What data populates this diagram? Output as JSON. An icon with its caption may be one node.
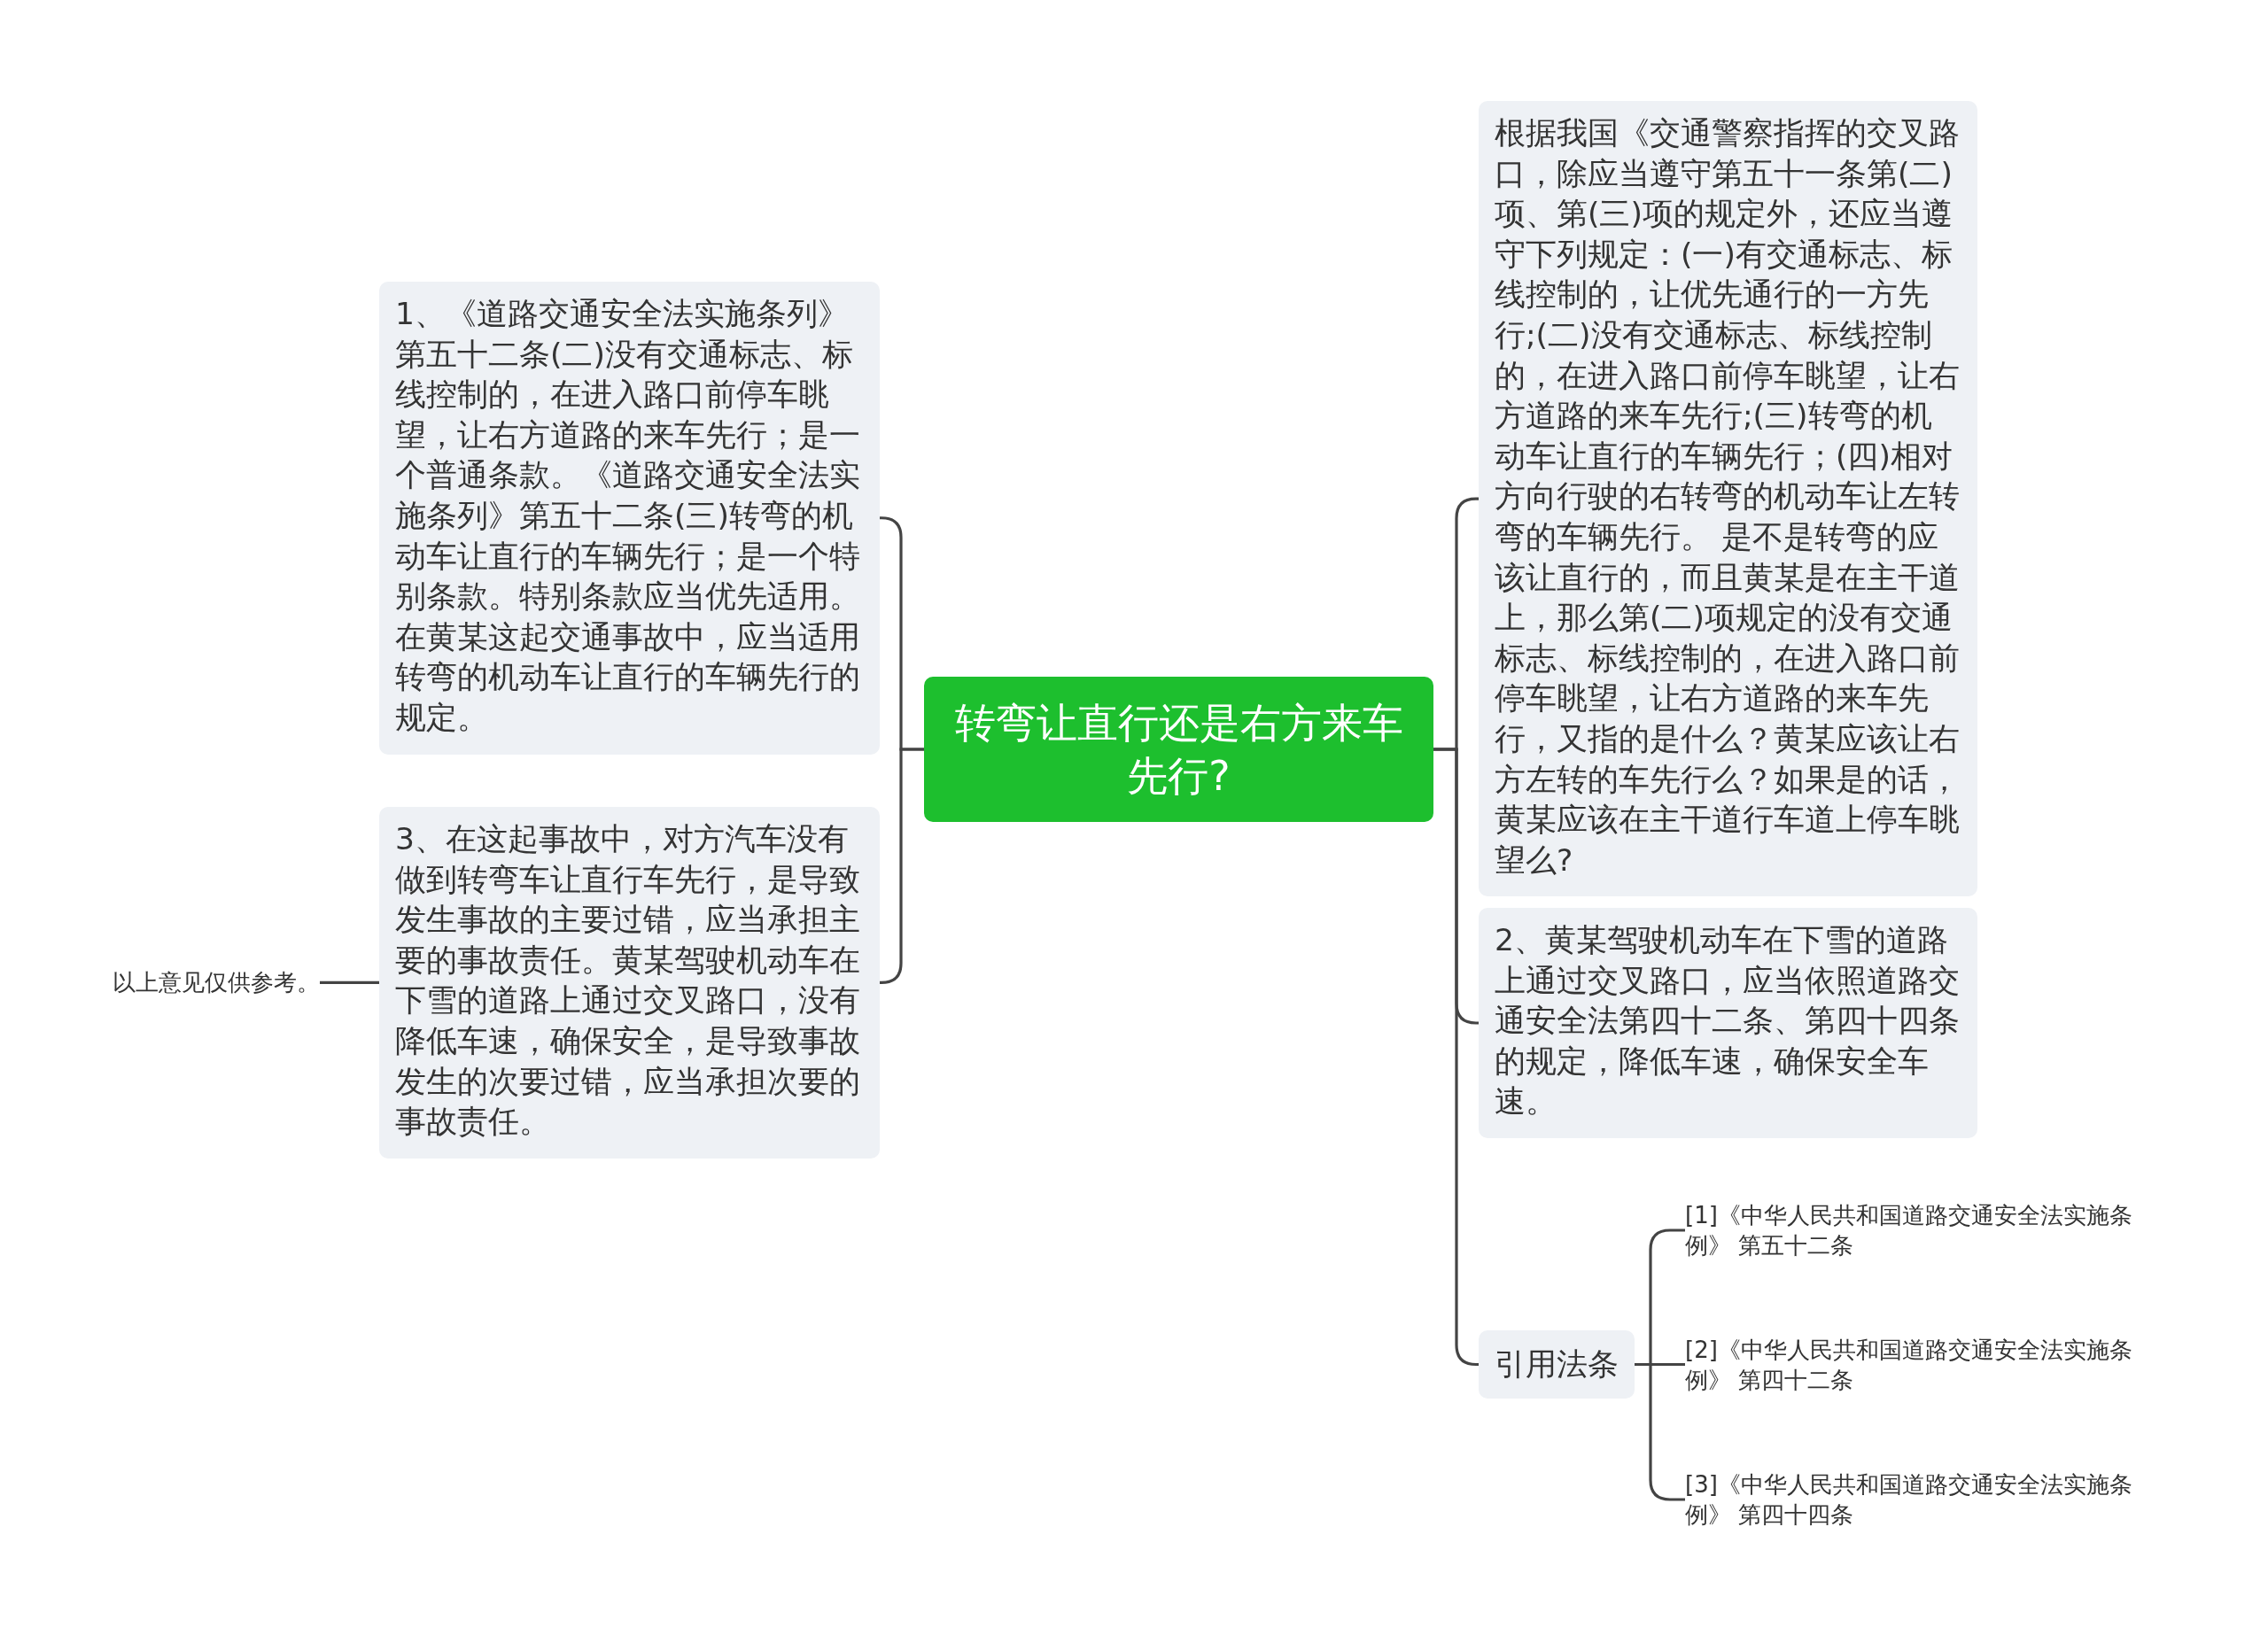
{
  "diagram": {
    "nodes": [
      {
        "text": [
          "转弯让直行还是右方来车先行?"
        ]
      },
      {
        "text": [
          "1、《道路交通安全法实施条列》第五十二条(二)没有交通标志、标线控制的，在进入路口前停车眺望，让右方道路的来车先行；是一个普通条款。《道路交通安全法实施条列》第五十二条(三)转弯的机动车让直行的车辆先行；是一个特别条款。特别条款应当优先适用。在黄某这起交通事故中，应当适用转弯的机动车让直行的车辆先行的规定。"
        ]
      },
      {
        "text": [
          "3、在这起事故中，对方汽车没有做到转弯车让直行车先行，是导致发生事故的主要过错，应当承担主要的事故责任。黄某驾驶机动车在下雪的道路上通过交叉路口，没有降低车速，确保安全，是导致事故发生的次要过错，应当承担次要的事故责任。"
        ]
      },
      {
        "text": [
          "以上意见仅供参考。"
        ]
      },
      {
        "text": [
          "根据我国《交通警察指挥的交叉路口，除应当遵守第五十一条第(二)项、第(三)项的规定外，还应当遵守下列规定：(一)有交通标志、标线控制的，让优先通行的一方先行;(二)没有交通标志、标线控制的，在进入路口前停车眺望，让右方道路的来车先行;(三)转弯的机动车让直行的车辆先行；(四)相对方向行驶的右转弯的机动车让左转弯的车辆先行。 是不是转弯的应该让直行的，而且黄某是在主干道上，那么第(二)项规定的没有交通标志、标线控制的，在进入路口前停车眺望，让右方道路的来车先行，又指的是什么？黄某应该让右方左转的车先行么？如果是的话，黄某应该在主干道行车道上停车眺望么?"
        ]
      },
      {
        "text": [
          "2、黄某驾驶机动车在下雪的道路上通过交叉路口，应当依照道路交通安全法第四十二条、第四十四条的规定，降低车速，确保安全车速。"
        ]
      },
      {
        "text": [
          "引用法条"
        ]
      },
      {
        "text": [
          "[1]《中华人民共和国道路交通安全法实施条例》 第五十二条"
        ]
      },
      {
        "text": [
          "[2]《中华人民共和国道路交通安全法实施条例》 第四十二条"
        ]
      },
      {
        "text": [
          "[3]《中华人民共和国道路交通安全法实施条例》 第四十四条"
        ]
      }
    ],
    "edges": [
      {
        "from": 0,
        "to": 1,
        "arrow": "none"
      },
      {
        "from": 0,
        "to": 2,
        "arrow": "none"
      },
      {
        "from": 2,
        "to": 3,
        "arrow": "none"
      },
      {
        "from": 0,
        "to": 4,
        "arrow": "none"
      },
      {
        "from": 0,
        "to": 5,
        "arrow": "none"
      },
      {
        "from": 0,
        "to": 6,
        "arrow": "none"
      },
      {
        "from": 6,
        "to": 7,
        "arrow": "none"
      },
      {
        "from": 6,
        "to": 8,
        "arrow": "none"
      },
      {
        "from": 6,
        "to": 9,
        "arrow": "none"
      }
    ]
  }
}
